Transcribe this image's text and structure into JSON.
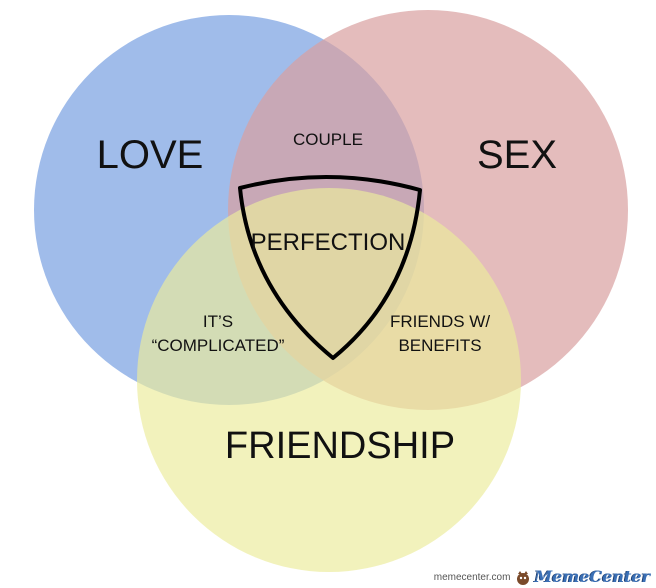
{
  "sets": {
    "love": {
      "label": "LOVE",
      "color": "#8fb0e6"
    },
    "sex": {
      "label": "SEX",
      "color": "#d9a0a0"
    },
    "friendship": {
      "label": "FRIENDSHIP",
      "color": "#ecec9c"
    }
  },
  "regions": {
    "couple": {
      "label": "COUPLE"
    },
    "complicated": {
      "line1": "IT’S",
      "line2": "“COMPLICATED”"
    },
    "friends_benefits": {
      "line1": "FRIENDS W/",
      "line2": "BENEFITS"
    },
    "perfection": {
      "label": "PERFECTION"
    }
  },
  "watermark": {
    "url": "memecenter.com",
    "brand": "MemeCenter"
  }
}
